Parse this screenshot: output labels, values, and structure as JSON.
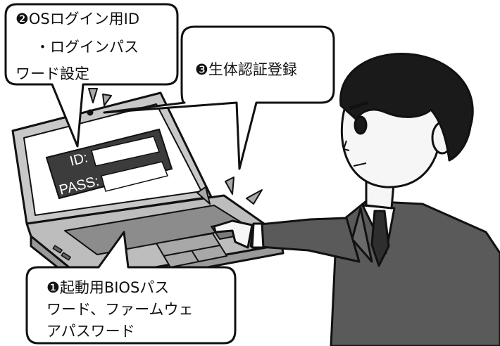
{
  "callouts": {
    "os_login": {
      "badge": "❷",
      "line1": "OSログイン用ID",
      "line2": "・ログインパス",
      "line3": "ワード設定"
    },
    "biometric": {
      "badge": "❸",
      "line1": "生体認証登録"
    },
    "bios": {
      "badge": "❶",
      "line1": "起動用BIOSパス",
      "line2": "ワード、ファームウェ",
      "line3": "アパスワード"
    }
  },
  "login_screen": {
    "id_label": "ID:",
    "pass_label": "PASS:"
  },
  "colors": {
    "outline": "#111111",
    "dark_panel": "#3c3c3c",
    "laptop_gray": "#b8b8b8",
    "suit": "#5a5a5a",
    "hair": "#1a1a1a"
  }
}
